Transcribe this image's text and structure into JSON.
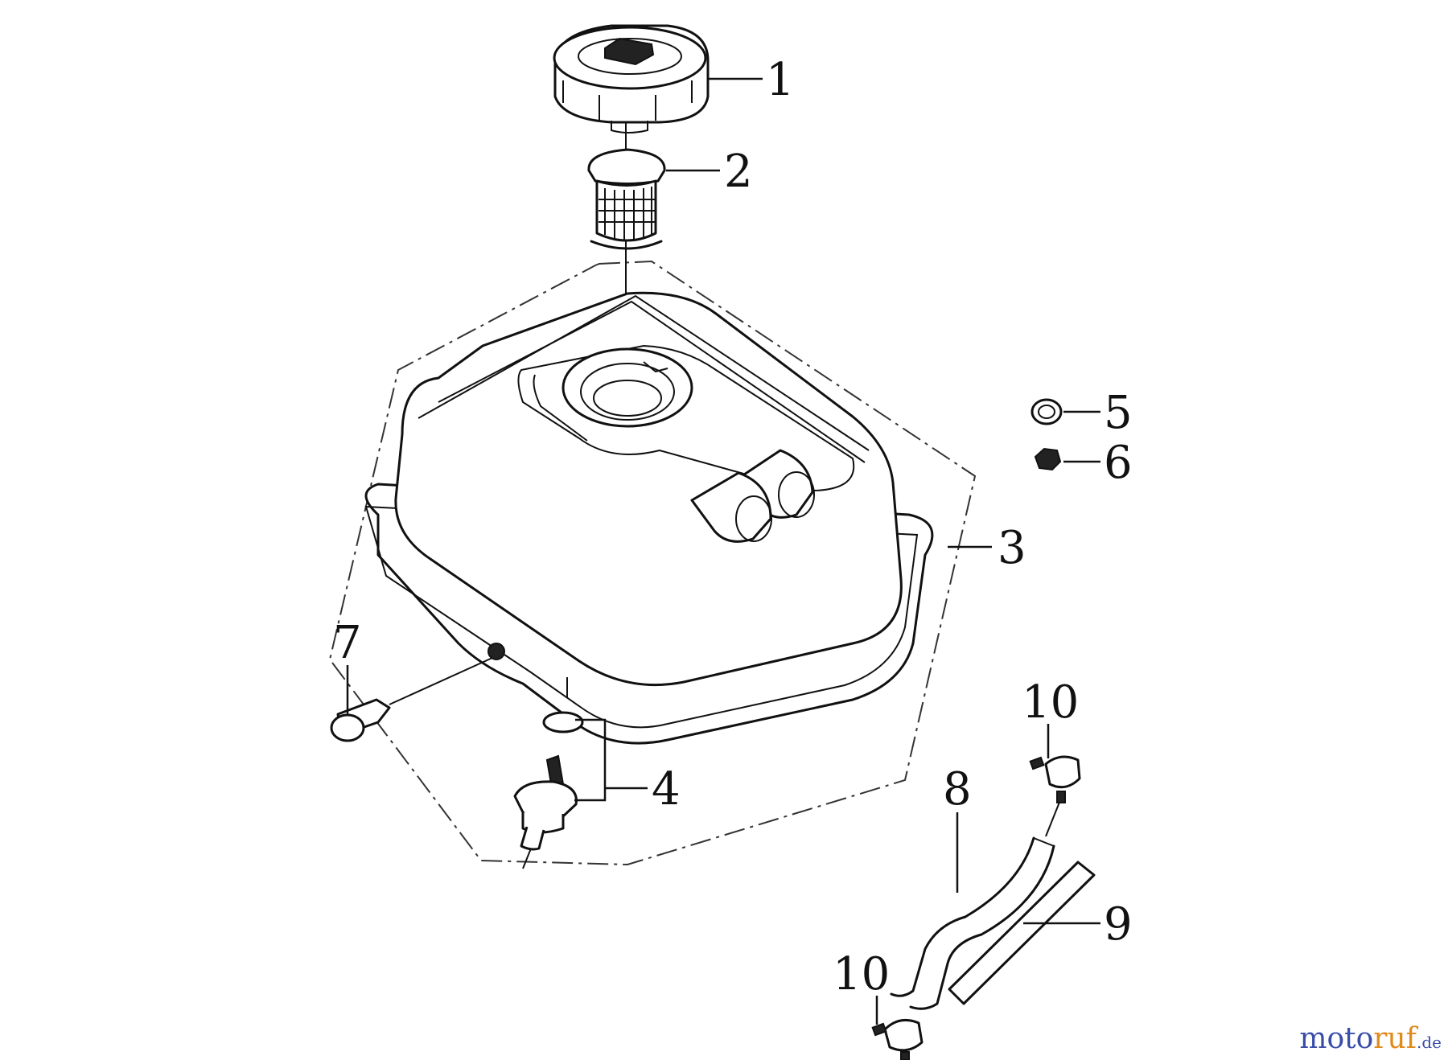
{
  "diagram": {
    "callouts": [
      {
        "id": "1",
        "label": "1"
      },
      {
        "id": "2",
        "label": "2"
      },
      {
        "id": "3",
        "label": "3"
      },
      {
        "id": "4",
        "label": "4"
      },
      {
        "id": "5",
        "label": "5"
      },
      {
        "id": "6",
        "label": "6"
      },
      {
        "id": "7",
        "label": "7"
      },
      {
        "id": "8",
        "label": "8"
      },
      {
        "id": "9",
        "label": "9"
      },
      {
        "id": "10a",
        "label": "10"
      },
      {
        "id": "10b",
        "label": "10"
      }
    ]
  },
  "watermark": {
    "brand_a": "moto",
    "brand_b": "ruf",
    "suffix": ".de"
  }
}
